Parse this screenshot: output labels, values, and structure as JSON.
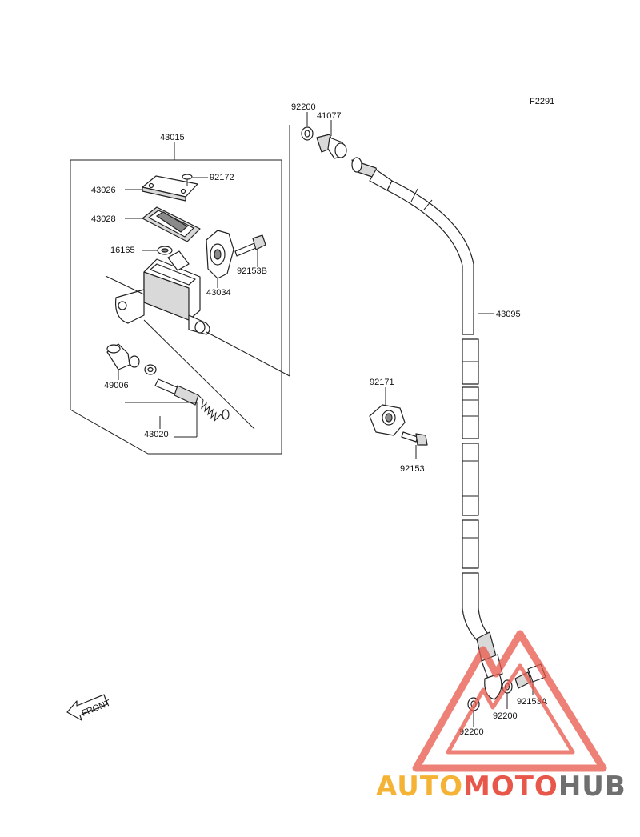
{
  "figure_code": "F2291",
  "front_arrow_label": "FRONT",
  "parts": {
    "p43015": "43015",
    "p43026": "43026",
    "p92172": "92172",
    "p43028": "43028",
    "p16165": "16165",
    "p92153B": "92153B",
    "p43034": "43034",
    "p49006": "49006",
    "p43020": "43020",
    "p92200_top": "92200",
    "p41077": "41077",
    "p43095": "43095",
    "p92171": "92171",
    "p92153": "92153",
    "p92153A": "92153A",
    "p92200_mid": "92200",
    "p92200_bot": "92200"
  },
  "watermark": {
    "part1": "AUTO",
    "part2": "MOTO",
    "part3": "HUB",
    "colors": {
      "auto": "#f5b335",
      "moto": "#e8584a",
      "hub": "#6f6f6f",
      "triangle": "#e8584a"
    }
  }
}
